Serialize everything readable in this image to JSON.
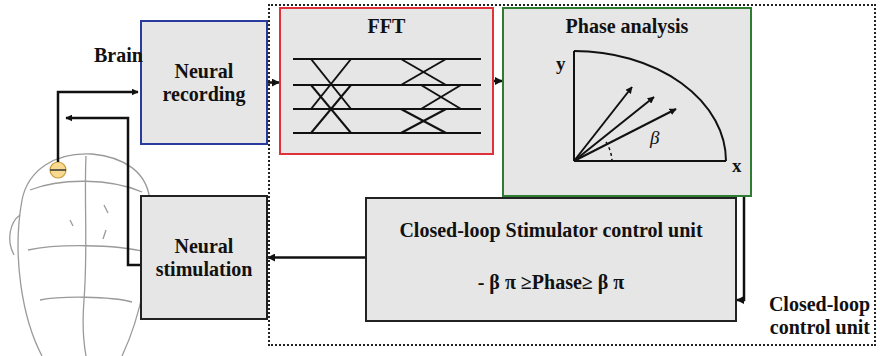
{
  "diagram": {
    "nodes": [
      {
        "text": [
          "Neural recording"
        ]
      },
      {
        "text": [
          "Closed-loop control unit"
        ]
      },
      {
        "text": [
          "FFT"
        ],
        "in": 1
      },
      {
        "text": [
          "Phase analysis",
          "y",
          "x",
          "β"
        ],
        "in": 1
      },
      {
        "text": [
          "Neural stimulation"
        ]
      },
      {
        "text": [
          "Closed-loop Stimulator control unit",
          "- β π ≥Phase≥ β π"
        ],
        "in": 1
      }
    ],
    "edges": [
      {
        "from": 0,
        "to": 2,
        "arrow": "to"
      },
      {
        "from": 2,
        "to": 3,
        "arrow": "to"
      },
      {
        "from": 3,
        "to": 5,
        "arrow": "to"
      },
      {
        "from": 5,
        "to": 4,
        "arrow": "to"
      }
    ],
    "labels": [
      "Brain"
    ]
  }
}
